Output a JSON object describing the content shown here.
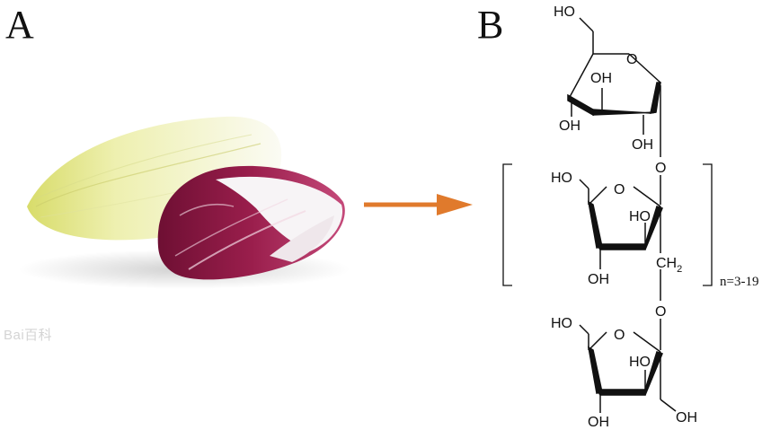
{
  "panels": {
    "a_letter": "A",
    "b_letter": "B"
  },
  "watermark": "Bai百科",
  "colors": {
    "arrow": "#e07a2c",
    "leaf_yellow": "#eef0a8",
    "leaf_purple": "#8a1840",
    "bond": "#111111"
  },
  "structure": {
    "glucose": {
      "oh_top": "HO",
      "ring_o": "O",
      "oh_center": "OH",
      "oh_left": "OH",
      "oh_bottom": "OH"
    },
    "link_o_1": "O",
    "fructose_repeat": {
      "oh_top": "HO",
      "ring_o": "O",
      "oh_right": "HO",
      "oh_bottom": "OH",
      "ch2": "CH",
      "ch2_sub": "2"
    },
    "link_o_2": "O",
    "fructose_end": {
      "oh_top": "HO",
      "ring_o": "O",
      "oh_right": "HO",
      "oh_bottom": "OH",
      "oh_end": "OH"
    },
    "repeat_label": "n=3-19"
  }
}
